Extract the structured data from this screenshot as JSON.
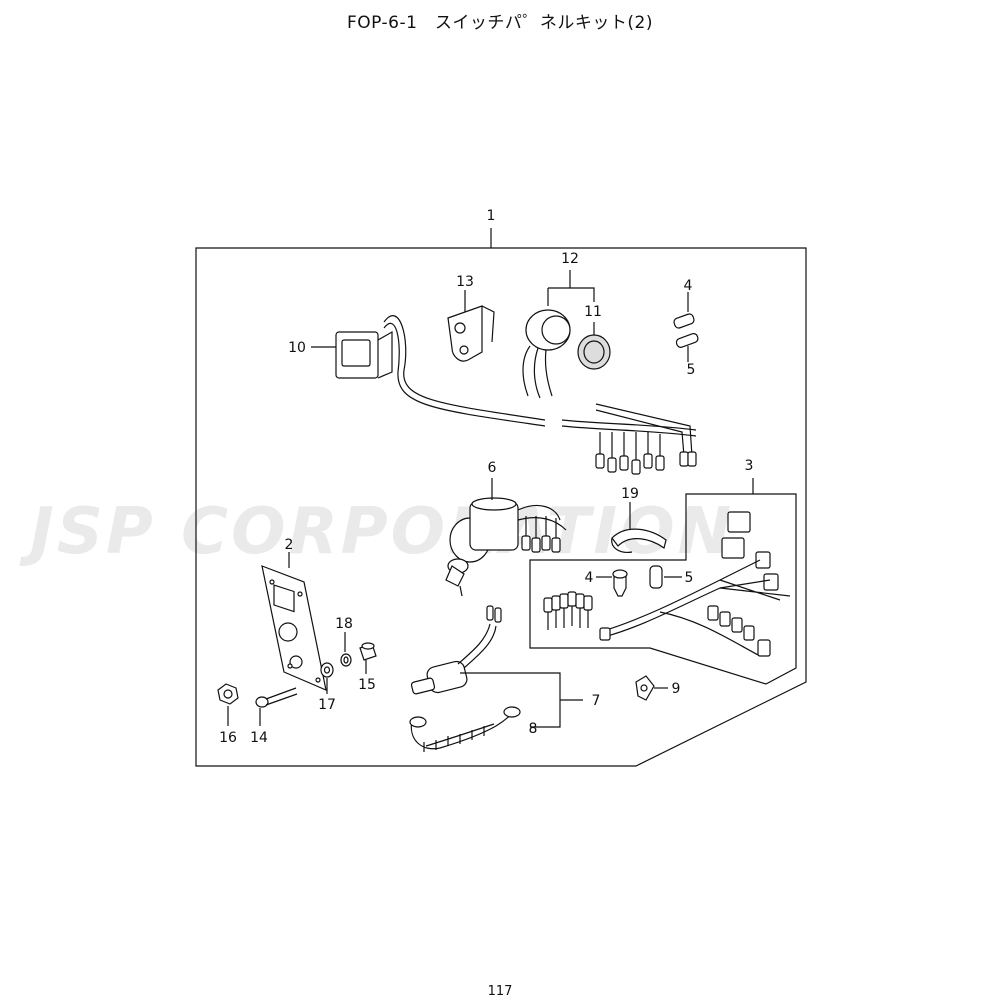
{
  "title": "FOP-6-1　スイッチパ゜ネルキット(2)",
  "page_number": "117",
  "watermark": "JSP CORPORATION",
  "callouts": {
    "c1": "1",
    "c2": "2",
    "c3": "3",
    "c4a": "4",
    "c4b": "4",
    "c5a": "5",
    "c5b": "5",
    "c6": "6",
    "c7": "7",
    "c8": "8",
    "c9": "9",
    "c10": "10",
    "c11": "11",
    "c12": "12",
    "c13": "13",
    "c14": "14",
    "c15": "15",
    "c16": "16",
    "c17": "17",
    "c18": "18",
    "c19": "19"
  }
}
